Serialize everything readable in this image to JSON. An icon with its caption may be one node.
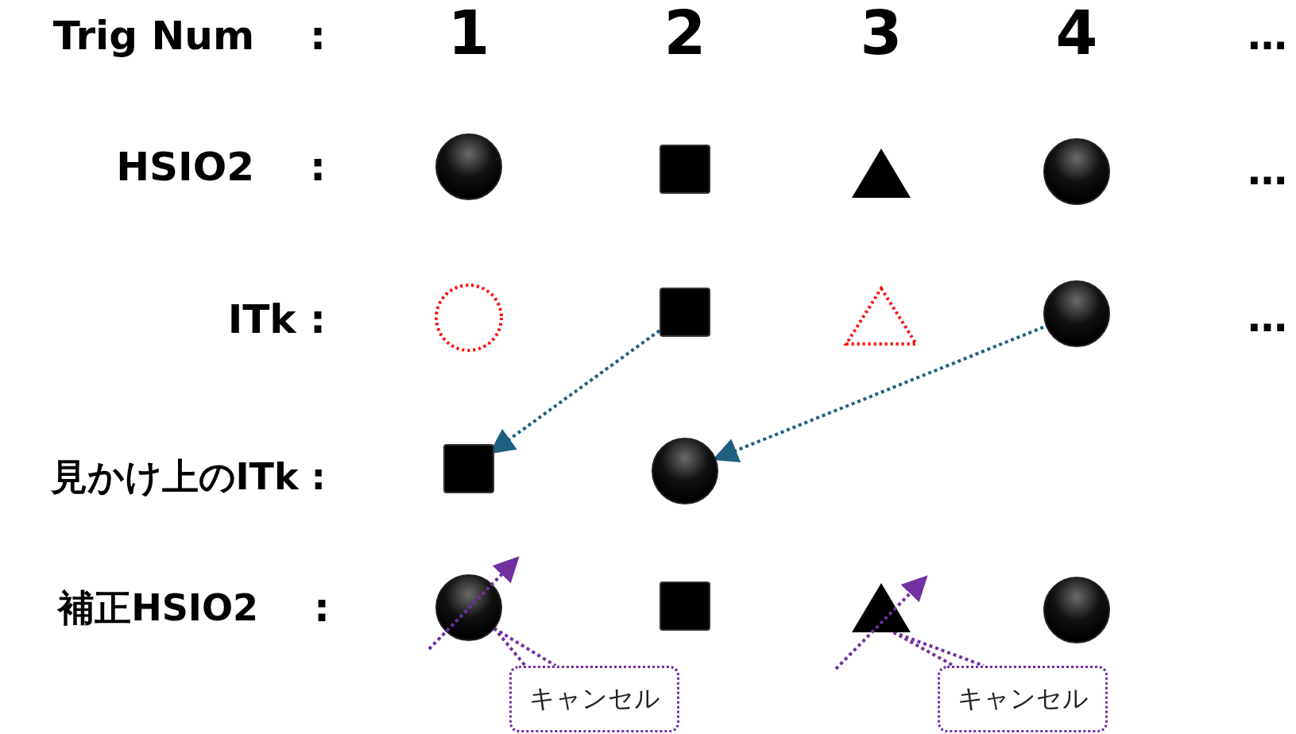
{
  "diagram": {
    "nodes": [
      {
        "text": [],
        "shape": "circle"
      },
      {
        "text": [],
        "shape": "box"
      },
      {
        "text": [],
        "shape": "triangle"
      },
      {
        "text": [],
        "shape": "circle"
      },
      {
        "text": [],
        "shape": "circle"
      },
      {
        "text": [],
        "shape": "box"
      },
      {
        "text": [],
        "shape": "triangle"
      },
      {
        "text": [],
        "shape": "circle"
      },
      {
        "text": [],
        "shape": "box"
      },
      {
        "text": [],
        "shape": "circle"
      },
      {
        "text": [],
        "shape": "circle"
      },
      {
        "text": [],
        "shape": "box"
      },
      {
        "text": [],
        "shape": "triangle"
      },
      {
        "text": [],
        "shape": "circle"
      },
      {
        "text": [
          "キャンセル"
        ]
      },
      {
        "text": [
          "キャンセル"
        ]
      }
    ],
    "edges": [
      {
        "from": 5,
        "to": 8,
        "arrow": "to",
        "style": "dashed",
        "color": "#1f5f7f"
      },
      {
        "from": 7,
        "to": 9,
        "arrow": "to",
        "style": "dashed",
        "color": "#1f5f7f"
      },
      {
        "from": 14,
        "to": 10,
        "arrow": "none",
        "style": "dashed",
        "color": "#7030a0"
      },
      {
        "from": 15,
        "to": 12,
        "arrow": "none",
        "style": "dashed",
        "color": "#7030a0"
      }
    ],
    "labels": [
      "Trig Num",
      ":",
      "1",
      "2",
      "3",
      "4",
      "…",
      "HSIO2",
      ":",
      "…",
      "ITk :",
      "…",
      "見かけ上のITk :",
      "補正HSIO2",
      ":"
    ]
  }
}
